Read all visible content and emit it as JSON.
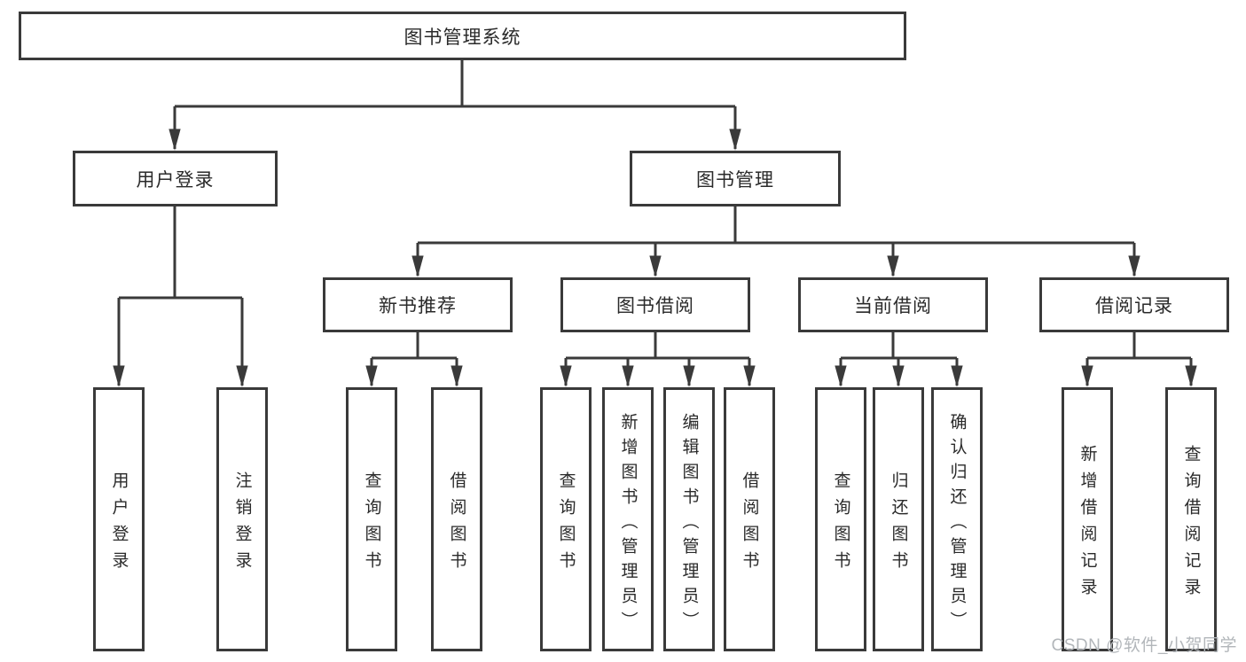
{
  "tree": {
    "root": {
      "label": "图书管理系统"
    },
    "user_login": {
      "label": "用户登录",
      "children": [
        {
          "label": "用户登录"
        },
        {
          "label": "注销登录"
        }
      ]
    },
    "book_mgmt": {
      "label": "图书管理",
      "children": {
        "new_book_rec": {
          "label": "新书推荐",
          "children": [
            {
              "label": "查询图书"
            },
            {
              "label": "借阅图书"
            }
          ]
        },
        "book_borrow": {
          "label": "图书借阅",
          "children": [
            {
              "label": "查询图书"
            },
            {
              "label": "新增图书（管理员）"
            },
            {
              "label": "编辑图书（管理员）"
            },
            {
              "label": "借阅图书"
            }
          ]
        },
        "current_borrow": {
          "label": "当前借阅",
          "children": [
            {
              "label": "查询图书"
            },
            {
              "label": "归还图书"
            },
            {
              "label": "确认归还（管理员）"
            }
          ]
        },
        "borrow_records": {
          "label": "借阅记录",
          "children": [
            {
              "label": "新增借阅记录"
            },
            {
              "label": "查询借阅记录"
            }
          ]
        }
      }
    }
  },
  "watermark": {
    "text": "CSDN @软件_小贺同学"
  },
  "colors": {
    "line": "#3a3a3a",
    "text": "#2a2a2a",
    "background": "#ffffff",
    "watermark": "#b2b6ba"
  }
}
